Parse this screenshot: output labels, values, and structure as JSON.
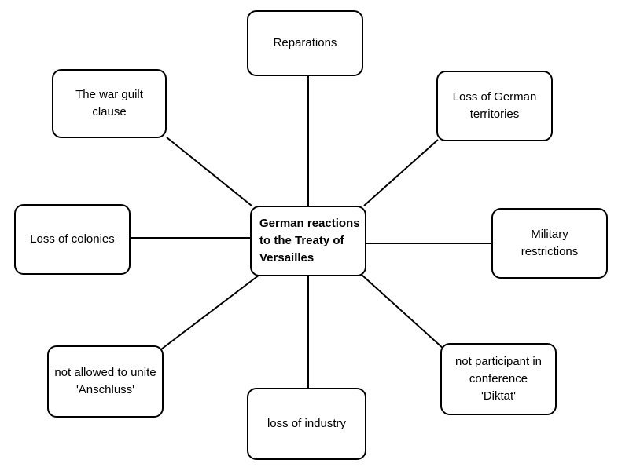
{
  "center": {
    "label": "German reactions\nto the Treaty of\nVersailles"
  },
  "nodes": {
    "reparations": "Reparations",
    "war_guilt": "The war guilt\nclause",
    "territories": "Loss of German\nterritories",
    "colonies": "Loss of colonies",
    "military": "Military\nrestrictions",
    "anschluss": "not allowed to unite\n'Anschluss'",
    "industry": "loss of industry",
    "diktat": "not participant in\nconference\n'Diktat'"
  },
  "style": {
    "line_color": "#000000",
    "box_border": "#000000",
    "background": "#ffffff"
  }
}
